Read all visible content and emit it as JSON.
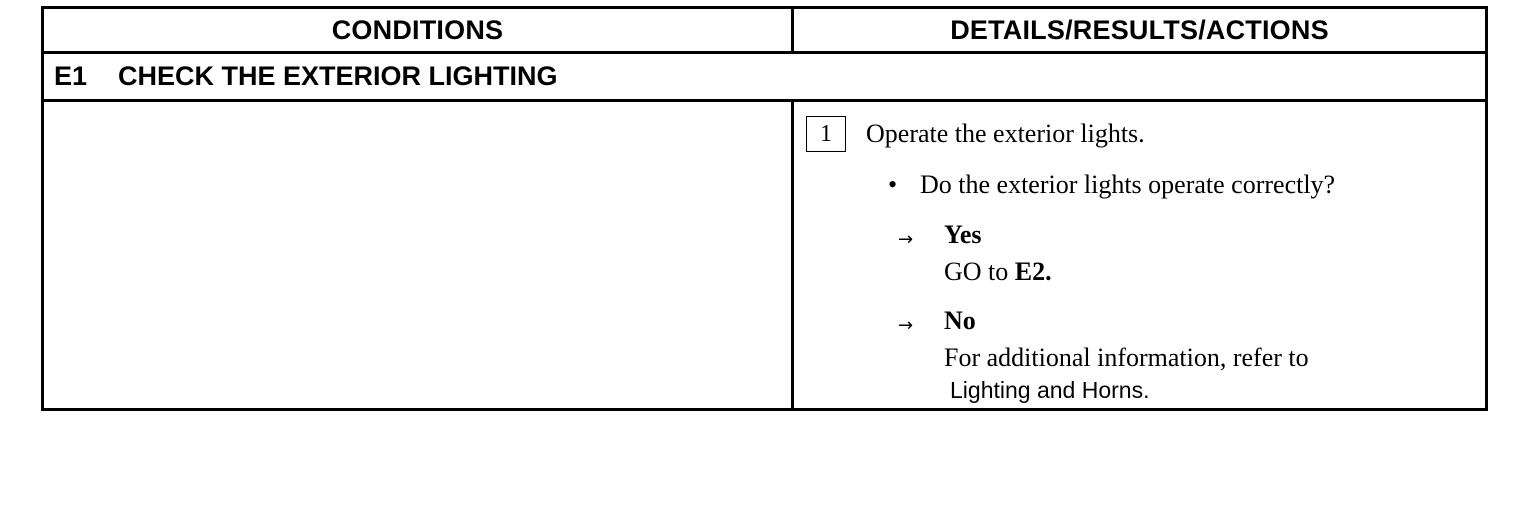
{
  "table": {
    "headers": {
      "conditions": "CONDITIONS",
      "details": "DETAILS/RESULTS/ACTIONS"
    },
    "step": {
      "id": "E1",
      "title": "CHECK THE EXTERIOR LIGHTING"
    },
    "procedure": {
      "step_number": "1",
      "instruction": "Operate the exterior lights.",
      "bullet": "•",
      "question": "Do the exterior lights operate correctly?",
      "arrow": "→",
      "yes": {
        "label": "Yes",
        "action_prefix": "GO to ",
        "action_target": "E2."
      },
      "no": {
        "label": "No",
        "action_text": "For additional information, refer to",
        "reference": "Lighting and Horns."
      }
    }
  }
}
